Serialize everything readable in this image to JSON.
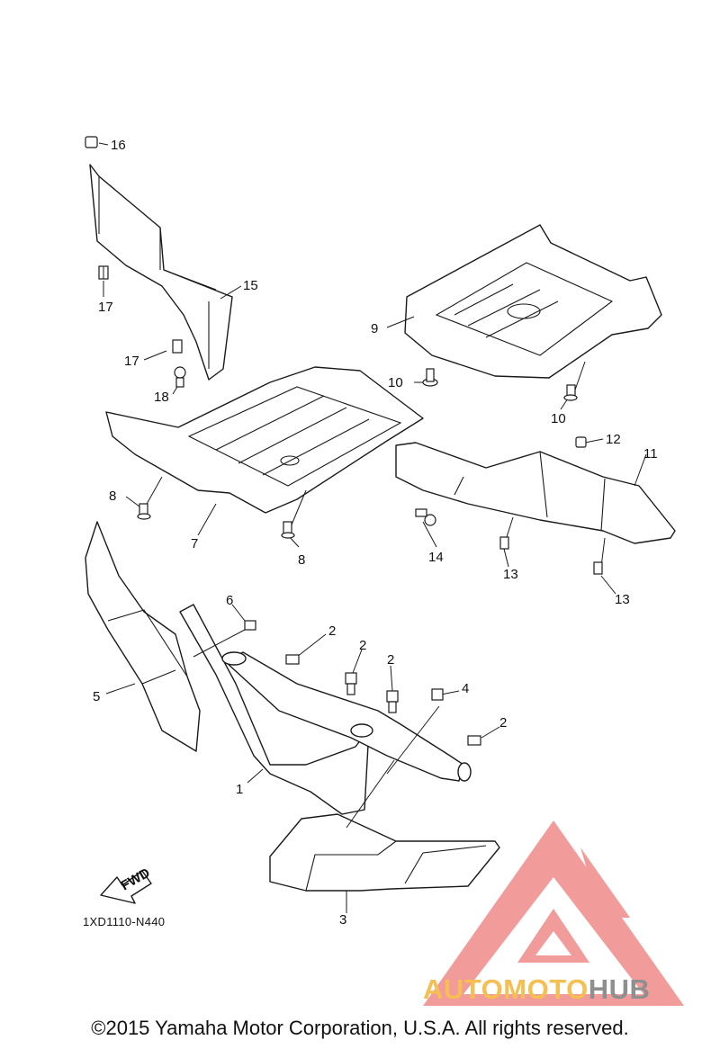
{
  "diagram": {
    "code": "1XD1110-N440",
    "fwd_label": "FWD",
    "callouts": {
      "p1": "1",
      "p2a": "2",
      "p2b": "2",
      "p2c": "2",
      "p2d": "2",
      "p3": "3",
      "p4": "4",
      "p5": "5",
      "p6": "6",
      "p7": "7",
      "p8a": "8",
      "p8b": "8",
      "p9": "9",
      "p10a": "10",
      "p10b": "10",
      "p11": "11",
      "p12": "12",
      "p13a": "13",
      "p13b": "13",
      "p14": "14",
      "p15": "15",
      "p16": "16",
      "p17a": "17",
      "p17b": "17",
      "p18": "18"
    }
  },
  "copyright": "©2015 Yamaha Motor Corporation, U.S.A. All rights reserved.",
  "watermark": {
    "part1": "AUTO",
    "part2": "MOTO",
    "part3": "HUB",
    "logo_color": "#f08080",
    "text_color_primary": "#f5bf52",
    "text_color_secondary": "#8f8f8f"
  }
}
